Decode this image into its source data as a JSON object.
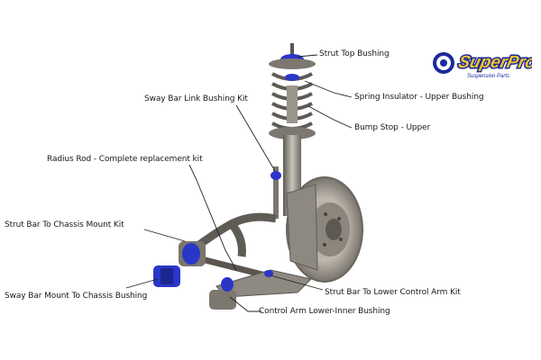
{
  "brand": {
    "name": "SuperPro",
    "tagline": "Suspension Parts",
    "colors": {
      "logo_blue": "#1a2a9a",
      "logo_yellow": "#f2c230"
    }
  },
  "colors": {
    "bushing_blue": "#2a36c8",
    "metal_dark": "#6b6762",
    "metal_light": "#b9b4ab",
    "leader_line": "#222222"
  },
  "labels": {
    "strut_top_bushing": "Strut Top Bushing",
    "spring_insulator": "Spring Insulator - Upper Bushing",
    "bump_stop": "Bump Stop - Upper",
    "sway_bar_link": "Sway Bar Link Bushing Kit",
    "radius_rod": "Radius Rod - Complete replacement kit",
    "strut_bar_chassis": "Strut Bar To Chassis Mount Kit",
    "sway_bar_mount": "Sway Bar Mount To Chassis Bushing",
    "strut_bar_lower_arm": "Strut Bar To Lower Control Arm Kit",
    "control_arm_lower_inner": "Control Arm Lower-Inner Bushing"
  }
}
